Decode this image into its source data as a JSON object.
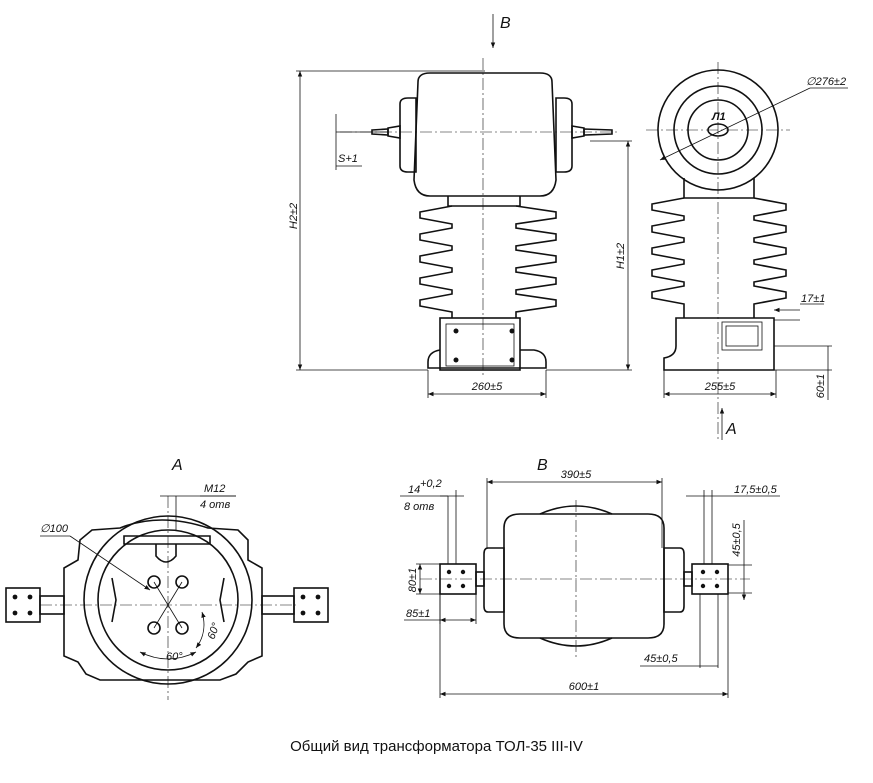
{
  "caption": "Общий вид трансформатора ТОЛ-35 III-IV",
  "views": {
    "b": "В",
    "a": "А"
  },
  "dims": {
    "h2": "H2±2",
    "h1": "H1±2",
    "s": "S+1",
    "w260": "260±5",
    "w255": "255±5",
    "d276": "∅276±2",
    "d17": "17±1",
    "d60": "60±1",
    "terminal": "Л1",
    "m12": "M12",
    "m12_count": "4 отв",
    "d100": "∅100",
    "ang60a": "60°",
    "ang60b": "60°",
    "d390": "390±5",
    "d14_main": "14",
    "d14_tol": "+0,2",
    "d14_count": "8 отв",
    "d17_5": "17,5±0,5",
    "d80": "80±1",
    "d45v": "45±0,5",
    "d85": "85±1",
    "d45h": "45±0,5",
    "d600": "600±1"
  }
}
